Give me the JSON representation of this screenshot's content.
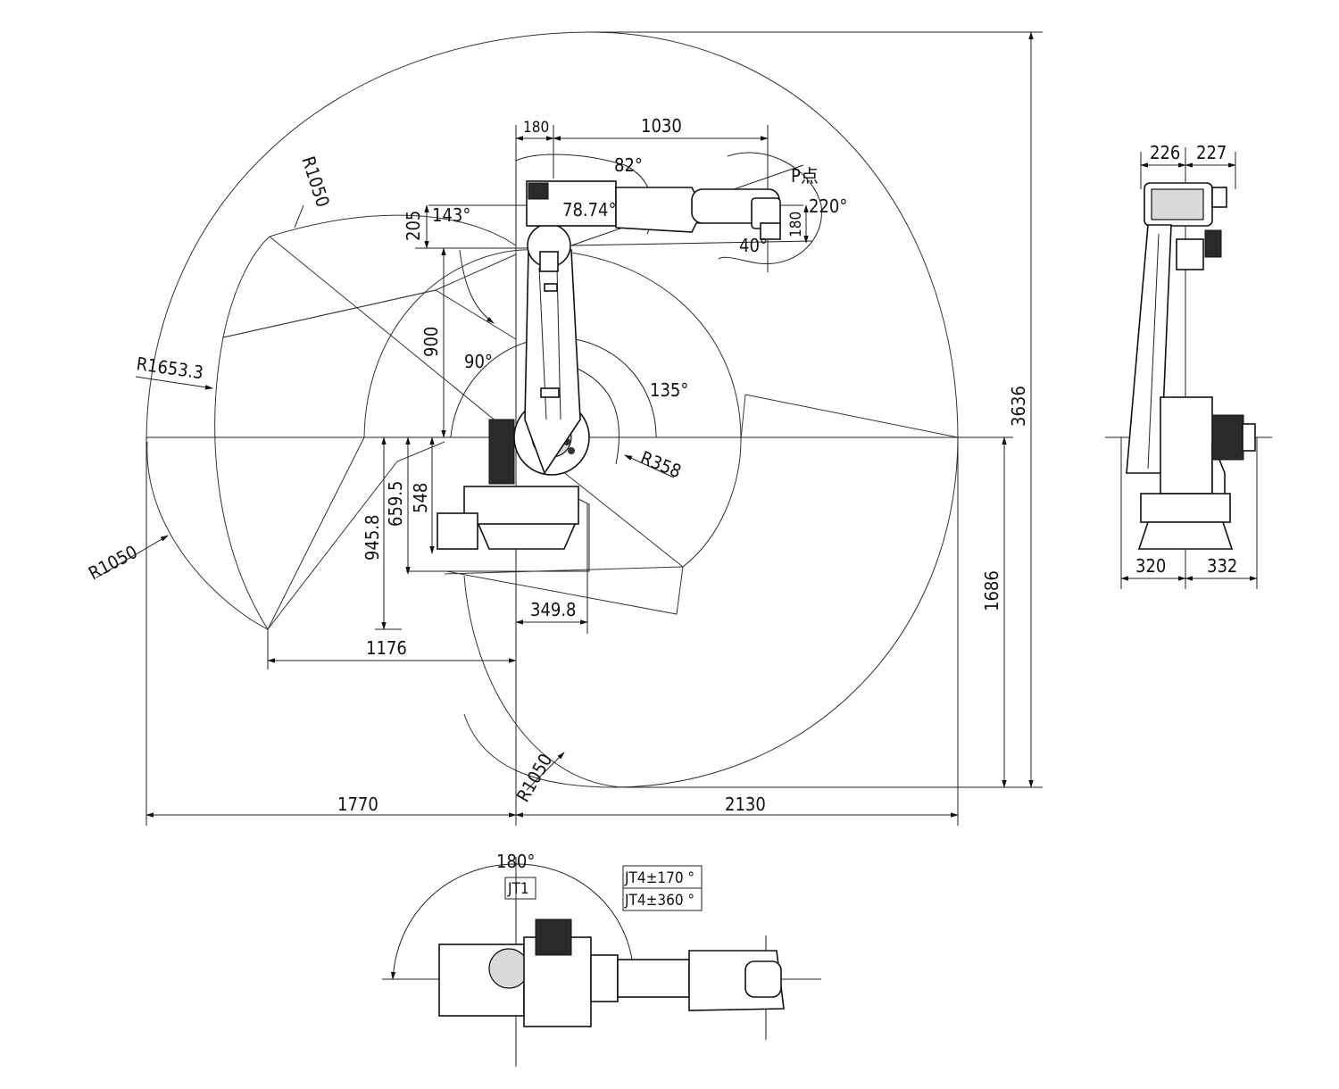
{
  "side_view": {
    "dims": {
      "top_180": "180",
      "top_1030": "1030",
      "h_205": "205",
      "h_900": "900",
      "h_548": "548",
      "h_659_5": "659.5",
      "h_945_8": "945.8",
      "w_349_8": "349.8",
      "w_1176": "1176",
      "w_1770": "1770",
      "w_2130": "2130",
      "h_3636": "3636",
      "h_1686": "1686",
      "wrist_180": "180"
    },
    "angles": {
      "a82": "82°",
      "a143": "143°",
      "a78_74": "78.74°",
      "a220": "220°",
      "a40": "40°",
      "a90": "90°",
      "a135": "135°"
    },
    "radii": {
      "r1050_top": "R1050",
      "r1653": "R1653.3",
      "r1050_left": "R1050",
      "r1050_bottom": "R1050",
      "r358": "R358"
    },
    "p_point": "P点"
  },
  "front_view": {
    "dims": {
      "d226": "226",
      "d227": "227",
      "d320": "320",
      "d332": "332"
    }
  },
  "top_view": {
    "angle": "180°",
    "jt1": "JT1",
    "jt4_a": "JT4±170 °",
    "jt4_b": "JT4±360 °"
  }
}
